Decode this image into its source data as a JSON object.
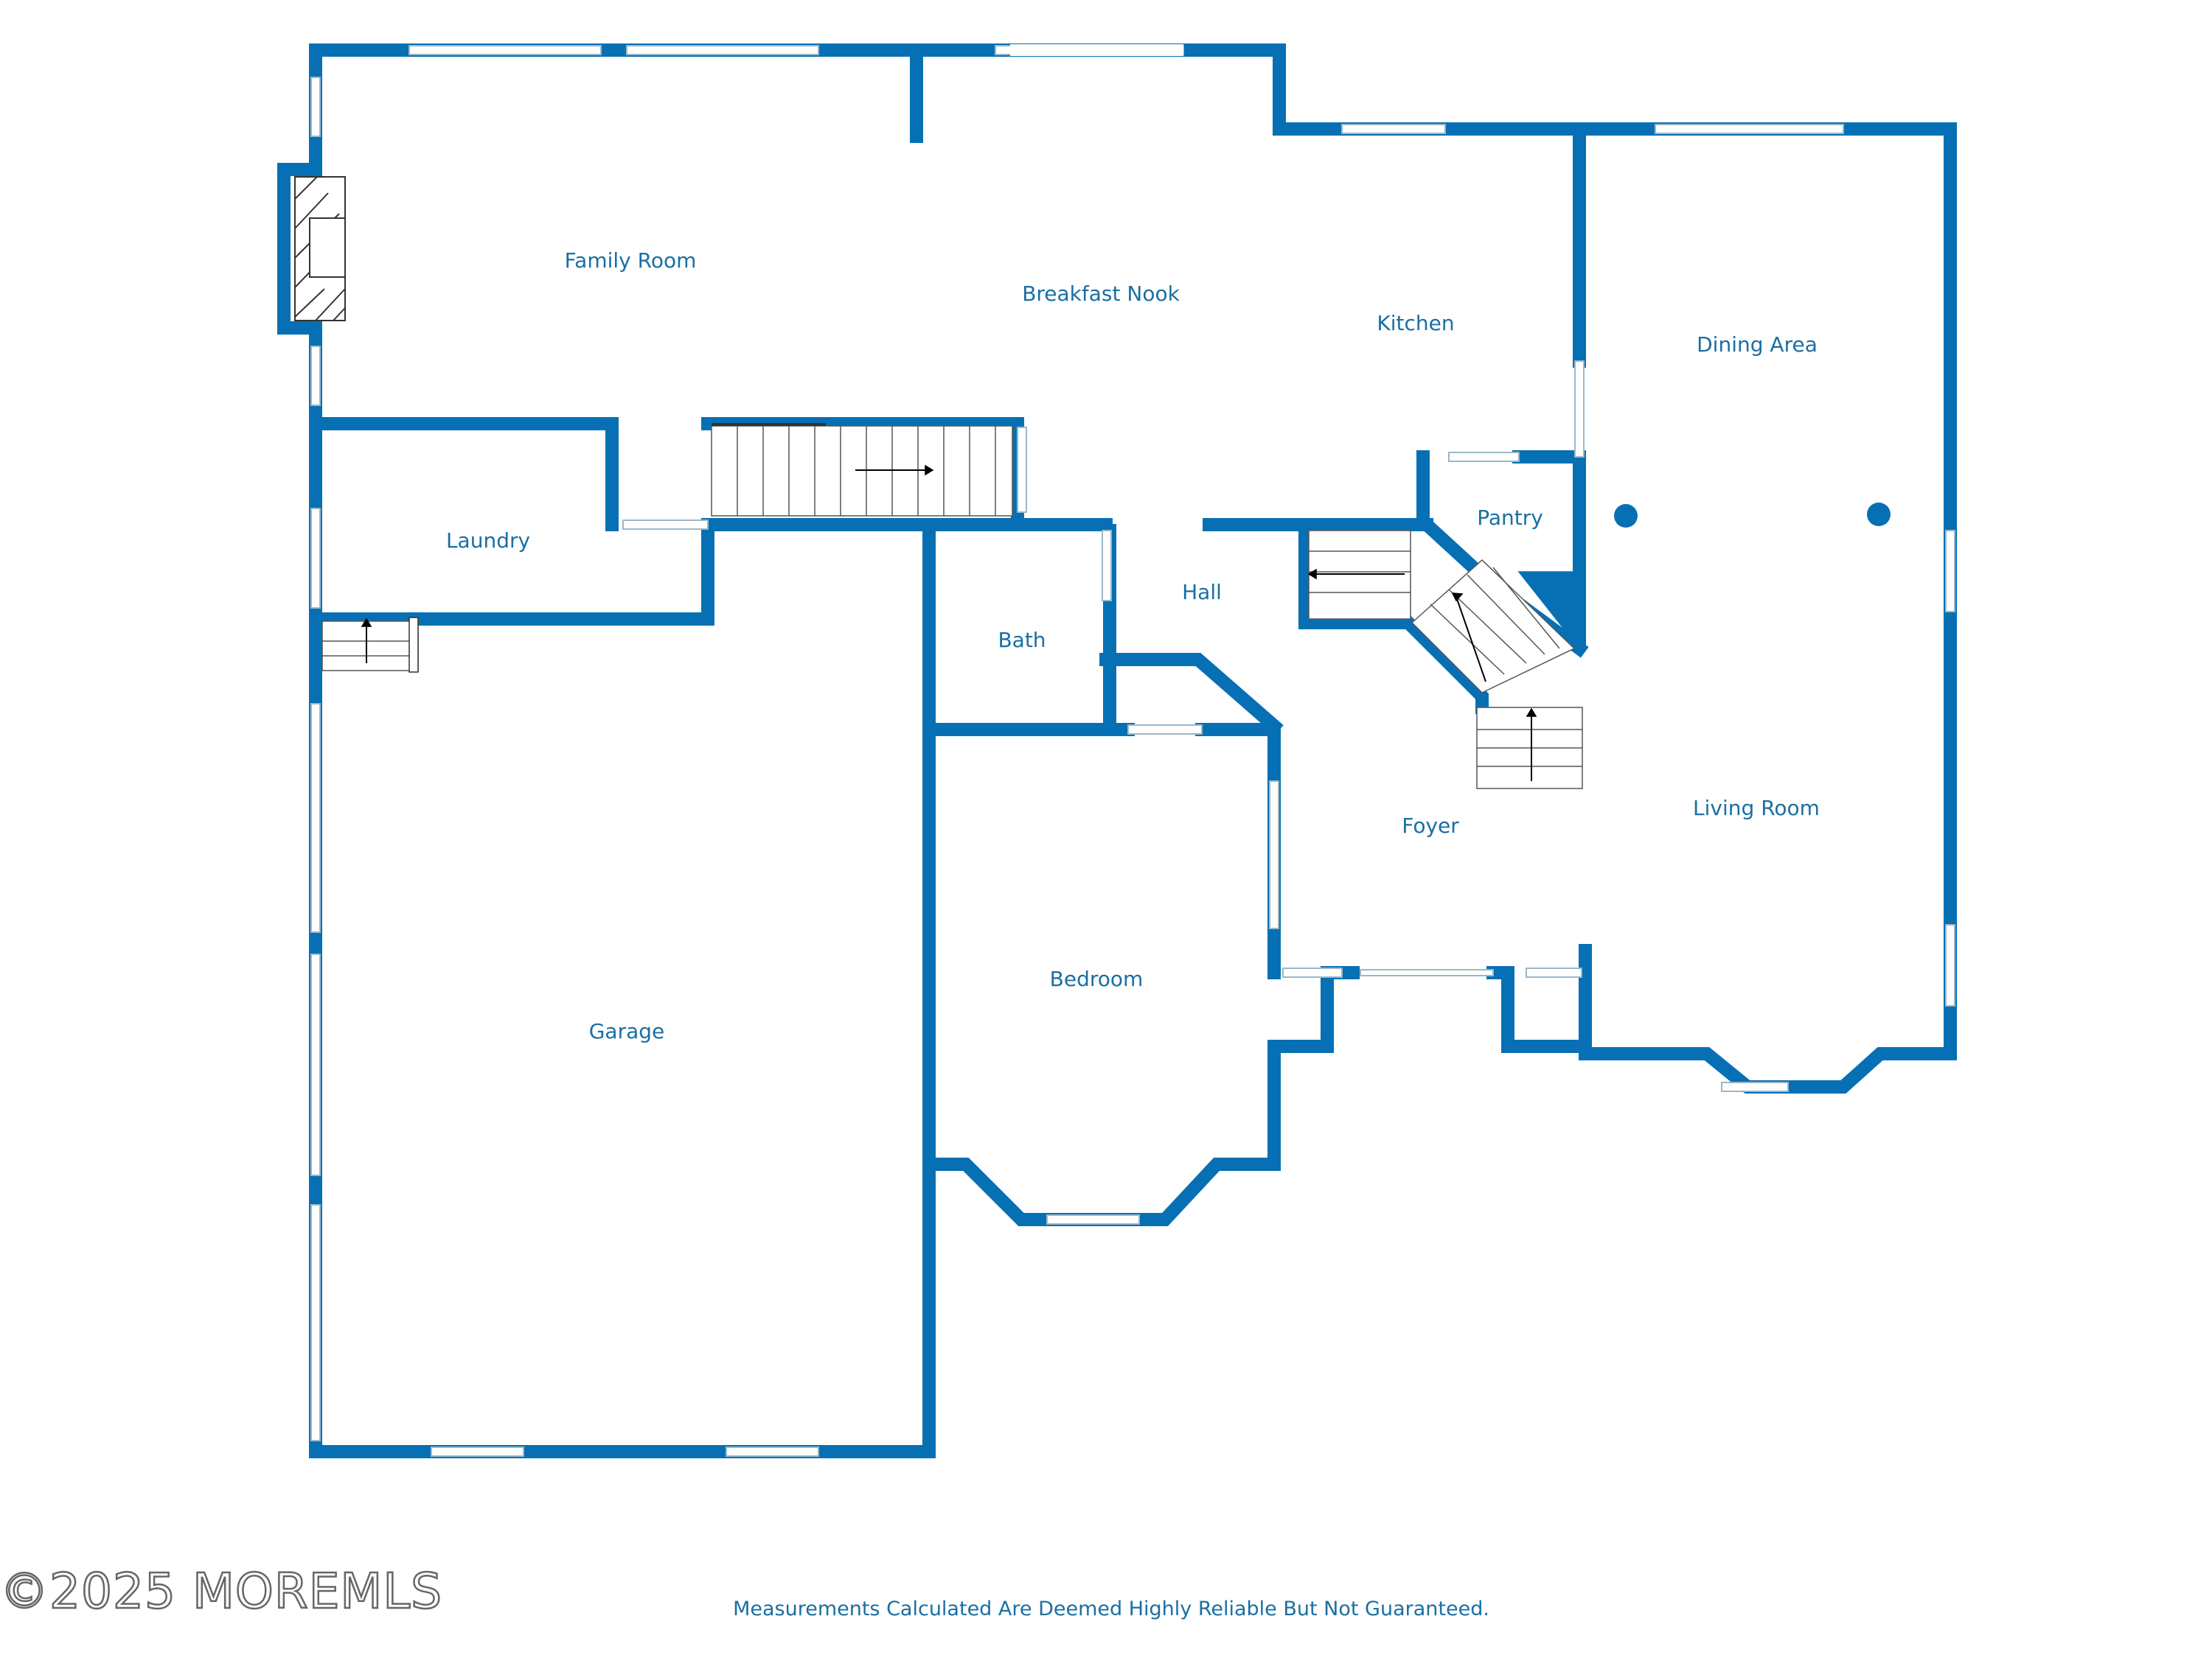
{
  "plan": {
    "wall_color": "#0770b4",
    "window_color": "#ffffff",
    "rooms": [
      {
        "id": "family-room",
        "label": "Family Room"
      },
      {
        "id": "breakfast-nook",
        "label": "Breakfast Nook"
      },
      {
        "id": "kitchen",
        "label": "Kitchen"
      },
      {
        "id": "dining-area",
        "label": "Dining Area"
      },
      {
        "id": "pantry",
        "label": "Pantry"
      },
      {
        "id": "laundry",
        "label": "Laundry"
      },
      {
        "id": "hall",
        "label": "Hall"
      },
      {
        "id": "bath",
        "label": "Bath"
      },
      {
        "id": "foyer",
        "label": "Foyer"
      },
      {
        "id": "living-room",
        "label": "Living Room"
      },
      {
        "id": "bedroom",
        "label": "Bedroom"
      },
      {
        "id": "garage",
        "label": "Garage"
      }
    ]
  },
  "watermark": "©2025 MOREMLS",
  "disclaimer": "Measurements Calculated Are Deemed Highly Reliable But Not Guaranteed."
}
